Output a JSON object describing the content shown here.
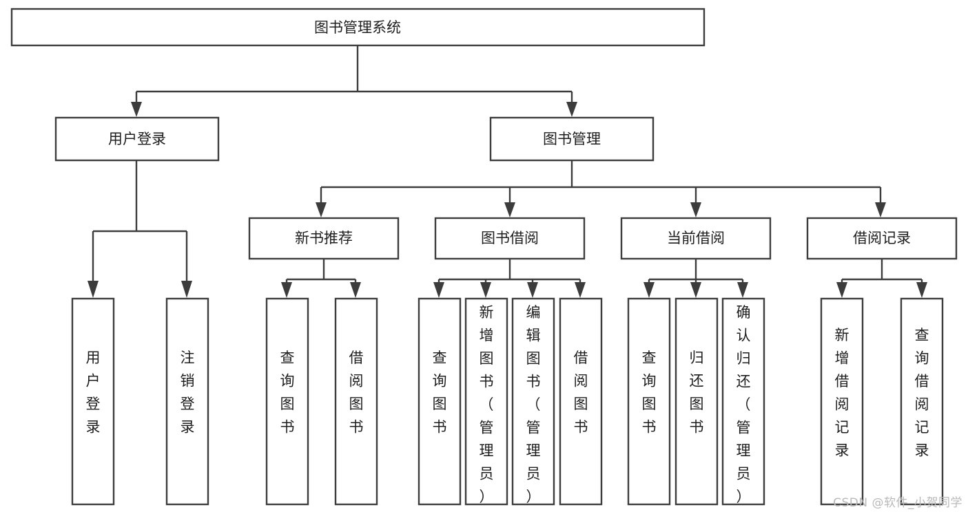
{
  "diagram": {
    "type": "tree-hierarchy",
    "title": "图书管理系统",
    "watermark": "CSDN @软件_小贺同学",
    "colors": {
      "box_stroke": "#3c3c3c",
      "box_fill": "#ffffff",
      "text": "#1d1d1d",
      "connector": "#3c3c3c",
      "watermark": "#b9b9b9",
      "background": "#ffffff"
    },
    "levels": [
      {
        "level": 1,
        "nodes": [
          {
            "id": "root",
            "label": "图书管理系统",
            "orientation": "horizontal"
          }
        ]
      },
      {
        "level": 2,
        "nodes": [
          {
            "id": "user-login",
            "label": "用户登录",
            "orientation": "horizontal",
            "parent": "root"
          },
          {
            "id": "book-manage",
            "label": "图书管理",
            "orientation": "horizontal",
            "parent": "root"
          }
        ]
      },
      {
        "level": 3,
        "nodes": [
          {
            "id": "new-book-rec",
            "label": "新书推荐",
            "orientation": "horizontal",
            "parent": "book-manage"
          },
          {
            "id": "book-borrow",
            "label": "图书借阅",
            "orientation": "horizontal",
            "parent": "book-manage"
          },
          {
            "id": "current-borrow",
            "label": "当前借阅",
            "orientation": "horizontal",
            "parent": "book-manage"
          },
          {
            "id": "borrow-record",
            "label": "借阅记录",
            "orientation": "horizontal",
            "parent": "book-manage"
          }
        ]
      },
      {
        "level": 4,
        "nodes": [
          {
            "id": "leaf-user-login",
            "label": "用户登录",
            "orientation": "vertical",
            "parent": "user-login"
          },
          {
            "id": "leaf-logout",
            "label": "注销登录",
            "orientation": "vertical",
            "parent": "user-login"
          },
          {
            "id": "leaf-query-book-1",
            "label": "查询图书",
            "orientation": "vertical",
            "parent": "new-book-rec"
          },
          {
            "id": "leaf-borrow-book-1",
            "label": "借阅图书",
            "orientation": "vertical",
            "parent": "new-book-rec"
          },
          {
            "id": "leaf-query-book-2",
            "label": "查询图书",
            "orientation": "vertical",
            "parent": "book-borrow"
          },
          {
            "id": "leaf-add-book",
            "label": "新增图书（管理员）",
            "orientation": "vertical",
            "parent": "book-borrow"
          },
          {
            "id": "leaf-edit-book",
            "label": "编辑图书（管理员）",
            "orientation": "vertical",
            "parent": "book-borrow"
          },
          {
            "id": "leaf-borrow-book-2",
            "label": "借阅图书",
            "orientation": "vertical",
            "parent": "book-borrow"
          },
          {
            "id": "leaf-query-book-3",
            "label": "查询图书",
            "orientation": "vertical",
            "parent": "current-borrow"
          },
          {
            "id": "leaf-return-book",
            "label": "归还图书",
            "orientation": "vertical",
            "parent": "current-borrow"
          },
          {
            "id": "leaf-confirm-return",
            "label": "确认归还（管理员）",
            "orientation": "vertical",
            "parent": "current-borrow"
          },
          {
            "id": "leaf-add-record",
            "label": "新增借阅记录",
            "orientation": "vertical",
            "parent": "borrow-record"
          },
          {
            "id": "leaf-query-record",
            "label": "查询借阅记录",
            "orientation": "vertical",
            "parent": "borrow-record"
          }
        ]
      }
    ],
    "labels": {
      "root": "图书管理系统",
      "user_login": "用户登录",
      "book_manage": "图书管理",
      "new_book_rec": "新书推荐",
      "book_borrow": "图书借阅",
      "current_borrow": "当前借阅",
      "borrow_record": "借阅记录",
      "leaf_user_login": "用户登录",
      "leaf_logout": "注销登录",
      "leaf_query_book_1": "查询图书",
      "leaf_borrow_book_1": "借阅图书",
      "leaf_query_book_2": "查询图书",
      "leaf_add_book": "新增图书（管理员）",
      "leaf_edit_book": "编辑图书（管理员）",
      "leaf_borrow_book_2": "借阅图书",
      "leaf_query_book_3": "查询图书",
      "leaf_return_book": "归还图书",
      "leaf_confirm_return": "确认归还（管理员）",
      "leaf_add_record": "新增借阅记录",
      "leaf_query_record": "查询借阅记录"
    }
  }
}
